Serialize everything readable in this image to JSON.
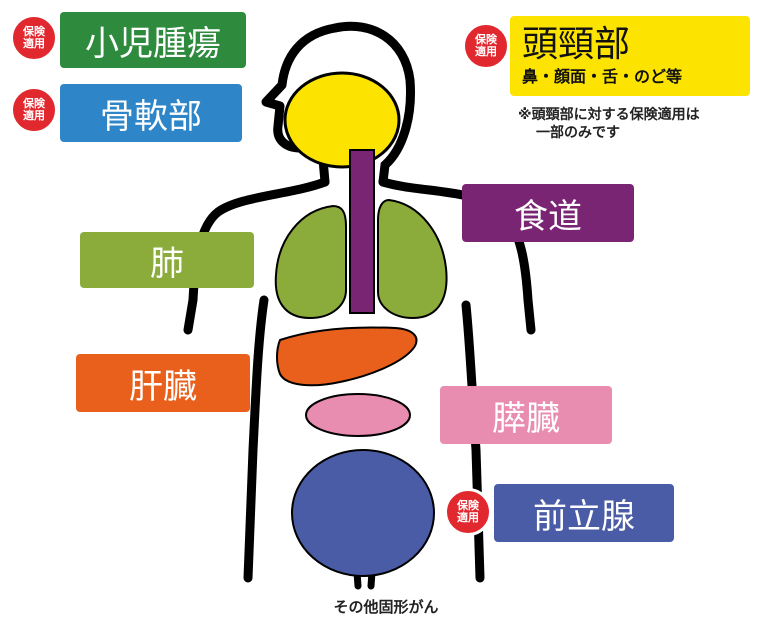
{
  "badge": {
    "line1": "保険",
    "line2": "適用"
  },
  "labels": {
    "pediatric": "小児腫瘍",
    "bone": "骨軟部",
    "head_neck_title": "頭頸部",
    "head_neck_sub": "鼻・顔面・舌・のど等",
    "lung": "肺",
    "esophagus": "食道",
    "liver": "肝臓",
    "pancreas": "膵臓",
    "prostate": "前立腺"
  },
  "note": {
    "line1": "※頭頸部に対する保険適用は",
    "line2": "一部のみです"
  },
  "footer": "その他固形がん",
  "colors": {
    "pediatric": "#2e8b3e",
    "bone": "#2e86c8",
    "head_neck": "#fde400",
    "lung": "#8bab3a",
    "esophagus": "#7a2474",
    "liver": "#e8601c",
    "pancreas": "#e88cb0",
    "prostate": "#4a5ca6",
    "badge": "#e0282e"
  }
}
